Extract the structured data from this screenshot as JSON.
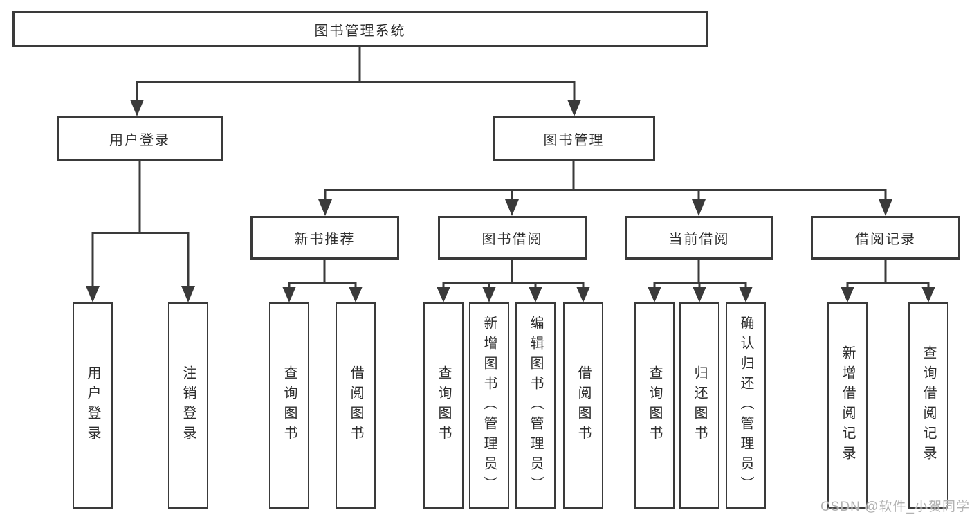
{
  "diagram": {
    "root_label": "图书管理系统",
    "level2": [
      {
        "label": "用户登录"
      },
      {
        "label": "图书管理"
      }
    ],
    "level3": [
      {
        "label": "新书推荐"
      },
      {
        "label": "图书借阅"
      },
      {
        "label": "当前借阅"
      },
      {
        "label": "借阅记录"
      }
    ],
    "leaves": {
      "user_login": [
        "用户登录",
        "注销登录"
      ],
      "new_book_recommend": [
        "查询图书",
        "借阅图书"
      ],
      "book_borrow": [
        "查询图书",
        "新增图书（管理员）",
        "编辑图书（管理员）",
        "借阅图书"
      ],
      "current_borrow": [
        "查询图书",
        "归还图书",
        "确认归还（管理员）"
      ],
      "borrow_record": [
        "新增借阅记录",
        "查询借阅记录"
      ]
    }
  },
  "watermark": {
    "text": "CSDN @软件_小贺同学"
  },
  "colors": {
    "line": "#3a3a3a",
    "text": "#2d2d2d",
    "watermark": "#b2b2b2"
  }
}
